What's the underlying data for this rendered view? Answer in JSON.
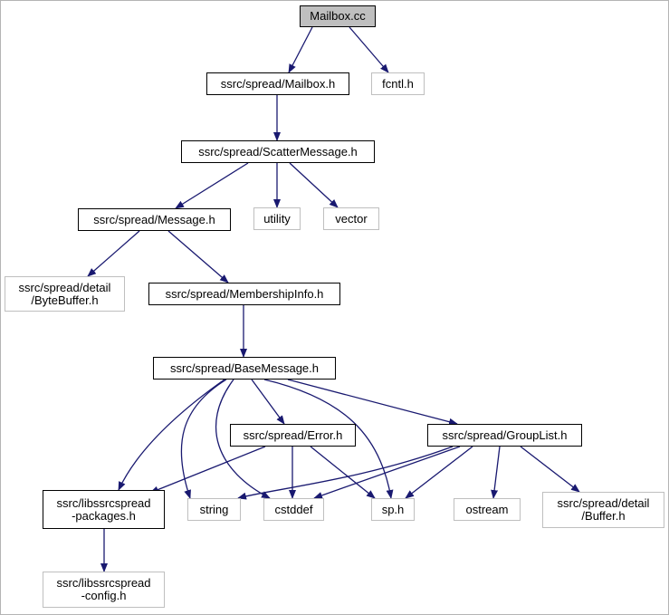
{
  "graph": {
    "edge_color": "#191970",
    "nodes": {
      "mailbox_cc": {
        "label": "Mailbox.cc"
      },
      "mailbox_h": {
        "label": "ssrc/spread/Mailbox.h"
      },
      "fcntl_h": {
        "label": "fcntl.h"
      },
      "scattermessage_h": {
        "label": "ssrc/spread/ScatterMessage.h"
      },
      "message_h": {
        "label": "ssrc/spread/Message.h"
      },
      "utility": {
        "label": "utility"
      },
      "vector": {
        "label": "vector"
      },
      "bytebuffer_h": {
        "line1": "ssrc/spread/detail",
        "line2": "/ByteBuffer.h"
      },
      "membershipinfo_h": {
        "label": "ssrc/spread/MembershipInfo.h"
      },
      "basemessage_h": {
        "label": "ssrc/spread/BaseMessage.h"
      },
      "error_h": {
        "label": "ssrc/spread/Error.h"
      },
      "grouplist_h": {
        "label": "ssrc/spread/GroupList.h"
      },
      "packages_h": {
        "line1": "ssrc/libssrcspread",
        "line2": "-packages.h"
      },
      "string": {
        "label": "string"
      },
      "cstddef": {
        "label": "cstddef"
      },
      "sp_h": {
        "label": "sp.h"
      },
      "ostream": {
        "label": "ostream"
      },
      "buffer_h": {
        "line1": "ssrc/spread/detail",
        "line2": "/Buffer.h"
      },
      "config_h": {
        "line1": "ssrc/libssrcspread",
        "line2": "-config.h"
      }
    }
  }
}
